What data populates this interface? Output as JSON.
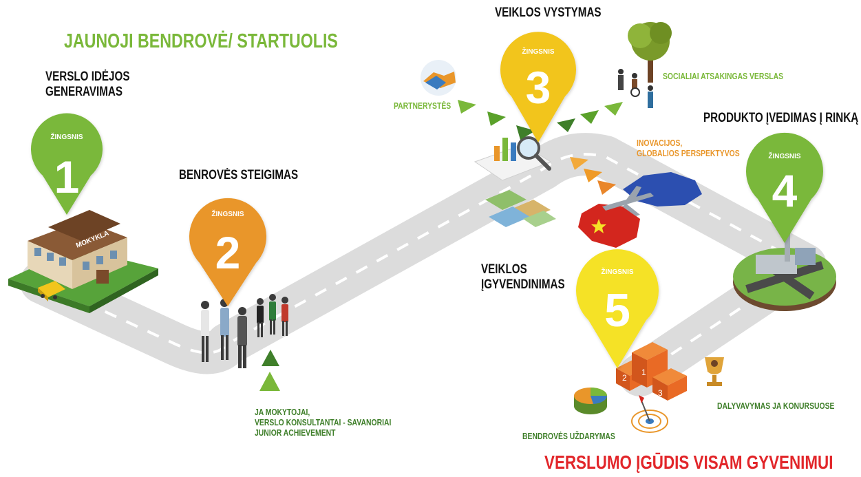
{
  "header_title": "JAUNOJI BENDROVĖ/ STARTUOLIS",
  "footer_title": "VERSLUMO ĮGŪDIS VISAM GYVENIMUI",
  "step_word": "ŽINGSNIS",
  "colors": {
    "green": "#7ab83a",
    "orange": "#e9962a",
    "yellow": "#f2c51c",
    "red": "#e2262a",
    "road": "#dcdcdc"
  },
  "steps": [
    {
      "number": "1",
      "title_lines": [
        "VERSLO IDĖJOS",
        "GENERAVIMAS"
      ],
      "color": "#7ab83a"
    },
    {
      "number": "2",
      "title_lines": [
        "BENROVĖS STEIGIMAS"
      ],
      "color": "#e9962a"
    },
    {
      "number": "3",
      "title_lines": [
        "VEIKLOS VYSTYMAS"
      ],
      "color": "#f2c51c"
    },
    {
      "number": "4",
      "title_lines": [
        "PRODUKTO ĮVEDIMAS Į RINKĄ"
      ],
      "color": "#7ab83a"
    },
    {
      "number": "5",
      "title_lines": [
        "VEIKLOS",
        "ĮGYVENDINIMAS"
      ],
      "color": "#f5e227"
    }
  ],
  "school_sign": "MOKYKLA",
  "annotations": {
    "partnerships": "PARTNERYSTĖS",
    "social": "SOCIALIAI ATSAKINGAS VERSLAS",
    "innovation_lines": [
      "INOVACIJOS,",
      "GLOBALIOS PERSPEKTYVOS"
    ],
    "support_lines": [
      "JA MOKYTOJAI,",
      "VERSLO KONSULTANTAI - SAVANORIAI",
      "JUNIOR ACHIEVEMENT"
    ],
    "closing": "BENDROVĖS UŽDARYMAS",
    "competitions": "DALYVAVYMAS JA KONURSUOSE"
  },
  "podium_places": [
    "1",
    "2",
    "3"
  ]
}
